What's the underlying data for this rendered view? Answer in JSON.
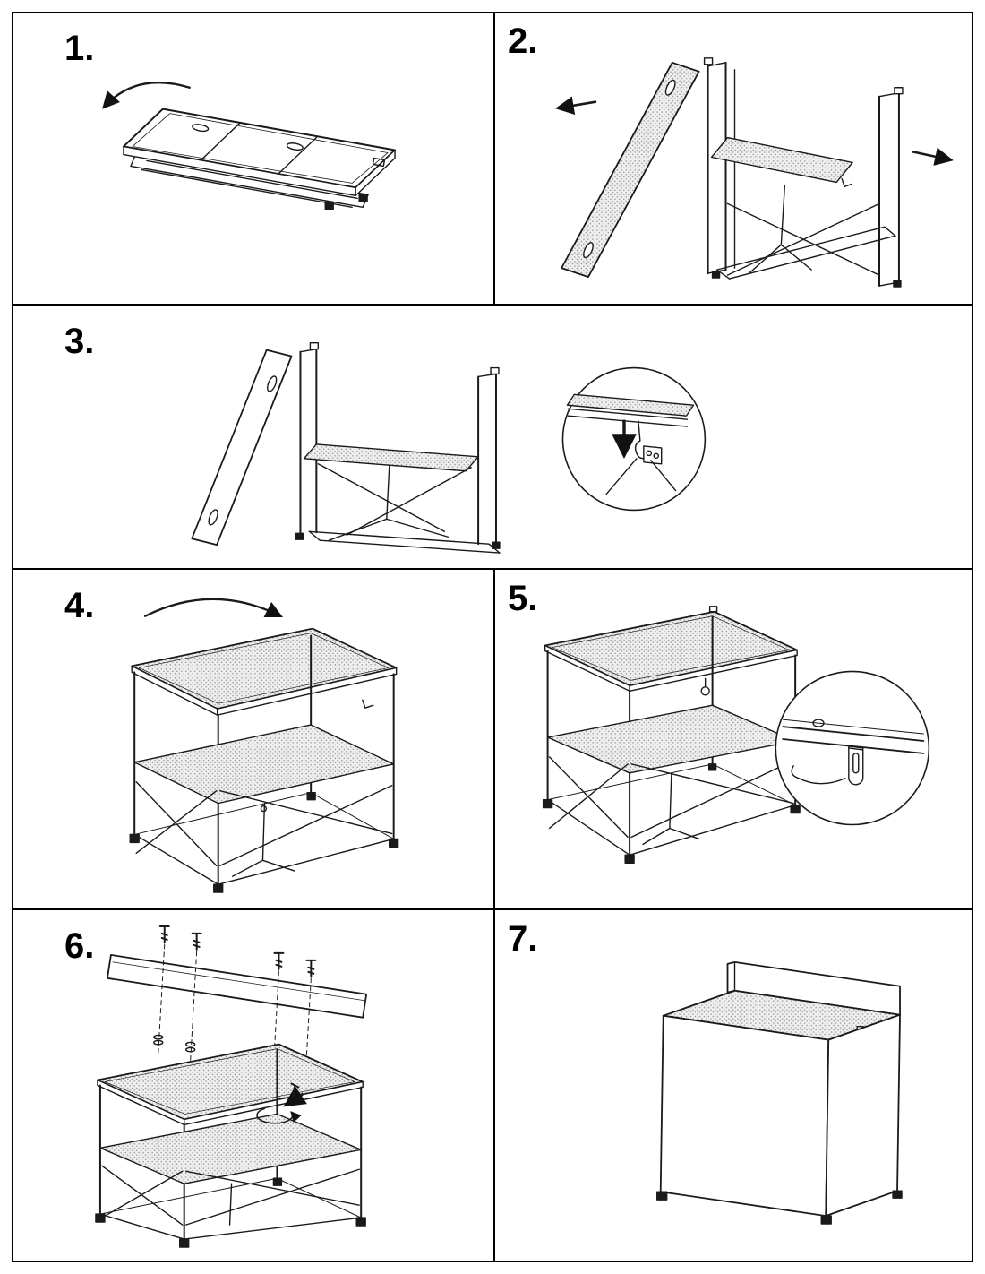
{
  "colors": {
    "background": "#ffffff",
    "line": "#1a1a1a",
    "panel_border": "#000000",
    "mesh_dot": "#909090"
  },
  "steps": [
    {
      "label": "1.",
      "illustration": "table-folded-flat-with-unfold-arrow"
    },
    {
      "label": "2.",
      "illustration": "side-panels-opening-outward-arrows"
    },
    {
      "label": "3.",
      "illustration": "frame-upright-shelf-latch-with-detail-circle"
    },
    {
      "label": "4.",
      "illustration": "tabletop-folding-down-onto-frame"
    },
    {
      "label": "5.",
      "illustration": "assembled-table-with-latch-detail-circle"
    },
    {
      "label": "6.",
      "illustration": "back-panel-mounted-with-screws"
    },
    {
      "label": "7.",
      "illustration": "finished-unit-with-side-covers"
    }
  ]
}
